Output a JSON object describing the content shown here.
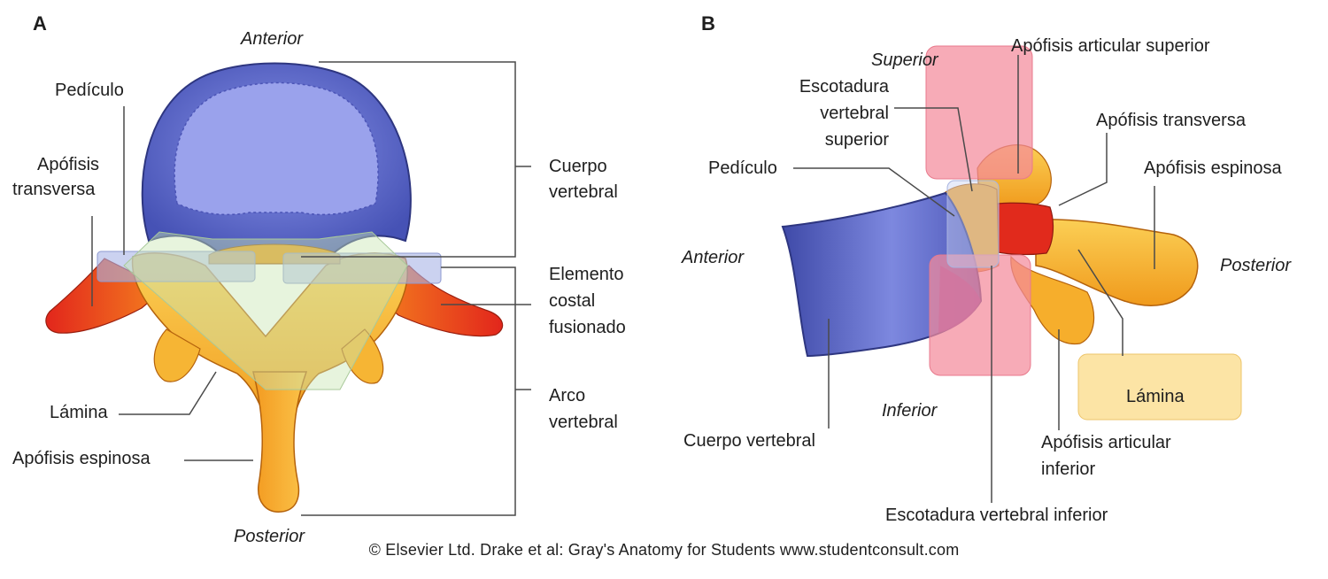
{
  "panel_a": {
    "letter": "A",
    "orientation": {
      "anterior": "Anterior",
      "posterior": "Posterior"
    },
    "labels": {
      "pediculo": "Pedículo",
      "apofisis_transversa_l1": "Apófisis",
      "apofisis_transversa_l2": "transversa",
      "lamina": "Lámina",
      "apofisis_espinosa": "Apófisis espinosa",
      "cuerpo_vertebral_l1": "Cuerpo",
      "cuerpo_vertebral_l2": "vertebral",
      "elemento_costal_l1": "Elemento",
      "elemento_costal_l2": "costal",
      "elemento_costal_l3": "fusionado",
      "arco_vertebral_l1": "Arco",
      "arco_vertebral_l2": "vertebral"
    }
  },
  "panel_b": {
    "letter": "B",
    "orientation": {
      "superior": "Superior",
      "inferior": "Inferior",
      "anterior": "Anterior",
      "posterior": "Posterior"
    },
    "labels": {
      "apofisis_articular_superior": "Apófisis articular superior",
      "escotadura_superior_l1": "Escotadura",
      "escotadura_superior_l2": "vertebral",
      "escotadura_superior_l3": "superior",
      "apofisis_transversa": "Apófisis transversa",
      "apofisis_espinosa": "Apófisis espinosa",
      "pediculo": "Pedículo",
      "lamina": "Lámina",
      "cuerpo_vertebral": "Cuerpo vertebral",
      "apofisis_articular_inferior_l1": "Apófisis articular",
      "apofisis_articular_inferior_l2": "inferior",
      "escotadura_inferior": "Escotadura vertebral inferior"
    }
  },
  "credit": "© Elsevier Ltd. Drake et al: Gray's Anatomy for Students www.studentconsult.com",
  "colors": {
    "body_blue": "#6f79d6",
    "body_blue_dark": "#3f4aa6",
    "bone_orange": "#f5a622",
    "bone_yellow": "#fbc94a",
    "process_red": "#e5331f",
    "highlight_pink": "#f48a9b",
    "highlight_green": "#c9e7b4",
    "highlight_cream": "#fbdf95",
    "leader_line": "#4a4a4a"
  }
}
